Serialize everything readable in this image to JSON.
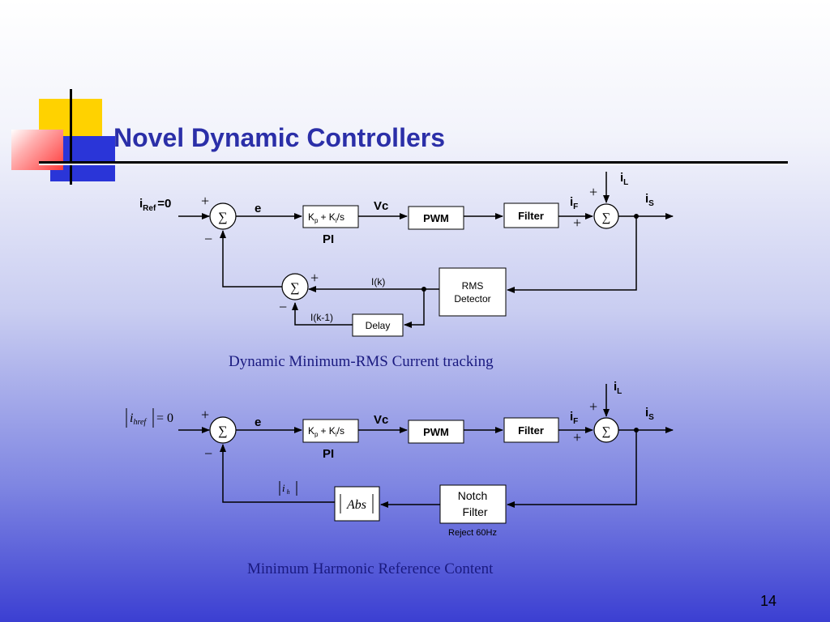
{
  "slide": {
    "title": "Novel Dynamic Controllers",
    "page_number": "14"
  },
  "diagram1": {
    "caption": "Dynamic Minimum-RMS Current tracking",
    "input_label": "i",
    "input_sub": "Ref",
    "input_value": "=0",
    "error_label": "e",
    "pi_kp": "K",
    "pi_kp_sub": "p",
    "pi_plus": "+ K",
    "pi_ki_sub": "i",
    "pi_div": "/s",
    "pi_label": "PI",
    "vc_label": "Vc",
    "pwm_label": "PWM",
    "filter_label": "Filter",
    "if_label": "i",
    "if_sub": "F",
    "il_label": "i",
    "il_sub": "L",
    "is_label": "i",
    "is_sub": "S",
    "rms_line1": "RMS",
    "rms_line2": "Detector",
    "ik_label": "I(k)",
    "ik1_label": "I(k-1)",
    "delay_label": "Delay",
    "sum_symbol": "∑",
    "plus": "+",
    "minus": "−"
  },
  "diagram2": {
    "caption": "Minimum Harmonic Reference Content",
    "input_i": "i",
    "input_sub": "href",
    "input_value": "= 0",
    "error_label": "e",
    "pi_kp": "K",
    "pi_kp_sub": "p",
    "pi_plus": "+ K",
    "pi_ki_sub": "i",
    "pi_div": "/s",
    "pi_label": "PI",
    "vc_label": "Vc",
    "pwm_label": "PWM",
    "filter_label": "Filter",
    "if_label": "i",
    "if_sub": "F",
    "il_label": "i",
    "il_sub": "L",
    "is_label": "i",
    "is_sub": "S",
    "ih_i": "i",
    "ih_sub": "h",
    "abs_label": "Abs",
    "notch_line1": "Notch",
    "notch_line2": "Filter",
    "reject_label": "Reject  60Hz",
    "sum_symbol": "∑",
    "plus": "+",
    "minus": "−"
  },
  "colors": {
    "title": "#2b2fa8",
    "caption": "#1a1a80",
    "deco_yellow": "#ffd200",
    "deco_red": "#ff3c3c",
    "deco_blue": "#2a35d8"
  }
}
